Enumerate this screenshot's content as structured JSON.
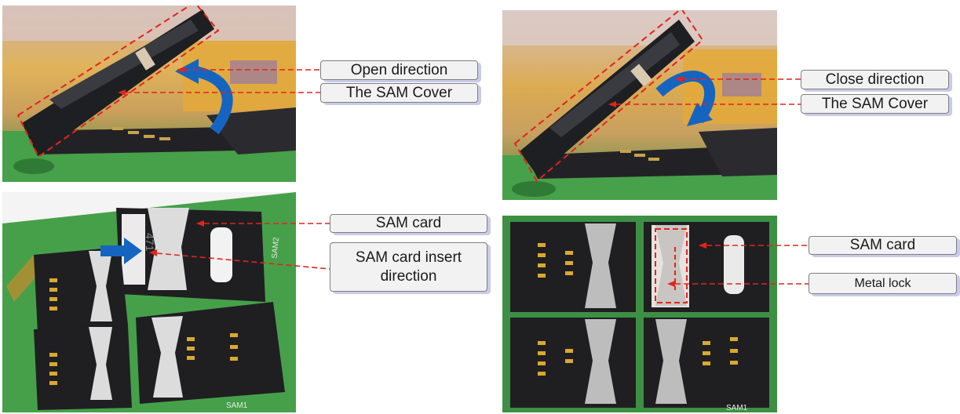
{
  "labels": {
    "open_direction": "Open direction",
    "sam_cover_1": "The SAM Cover",
    "close_direction": "Close direction",
    "sam_cover_2": "The SAM Cover",
    "sam_card_1": "SAM card",
    "insert_direction": "SAM card insert\ndirection",
    "sam_card_2": "SAM card",
    "metal_lock": "Metal lock"
  },
  "board_marks": {
    "sam2": "SAM2",
    "sam1_left": "SAM1",
    "sam1_right": "SAM1",
    "card_text": "471"
  },
  "colors": {
    "dashed_line": "#e2241c",
    "arrow_blue": "#1565c0",
    "pcb_green": "#3f9a45",
    "holder_black": "#1f1f22"
  }
}
